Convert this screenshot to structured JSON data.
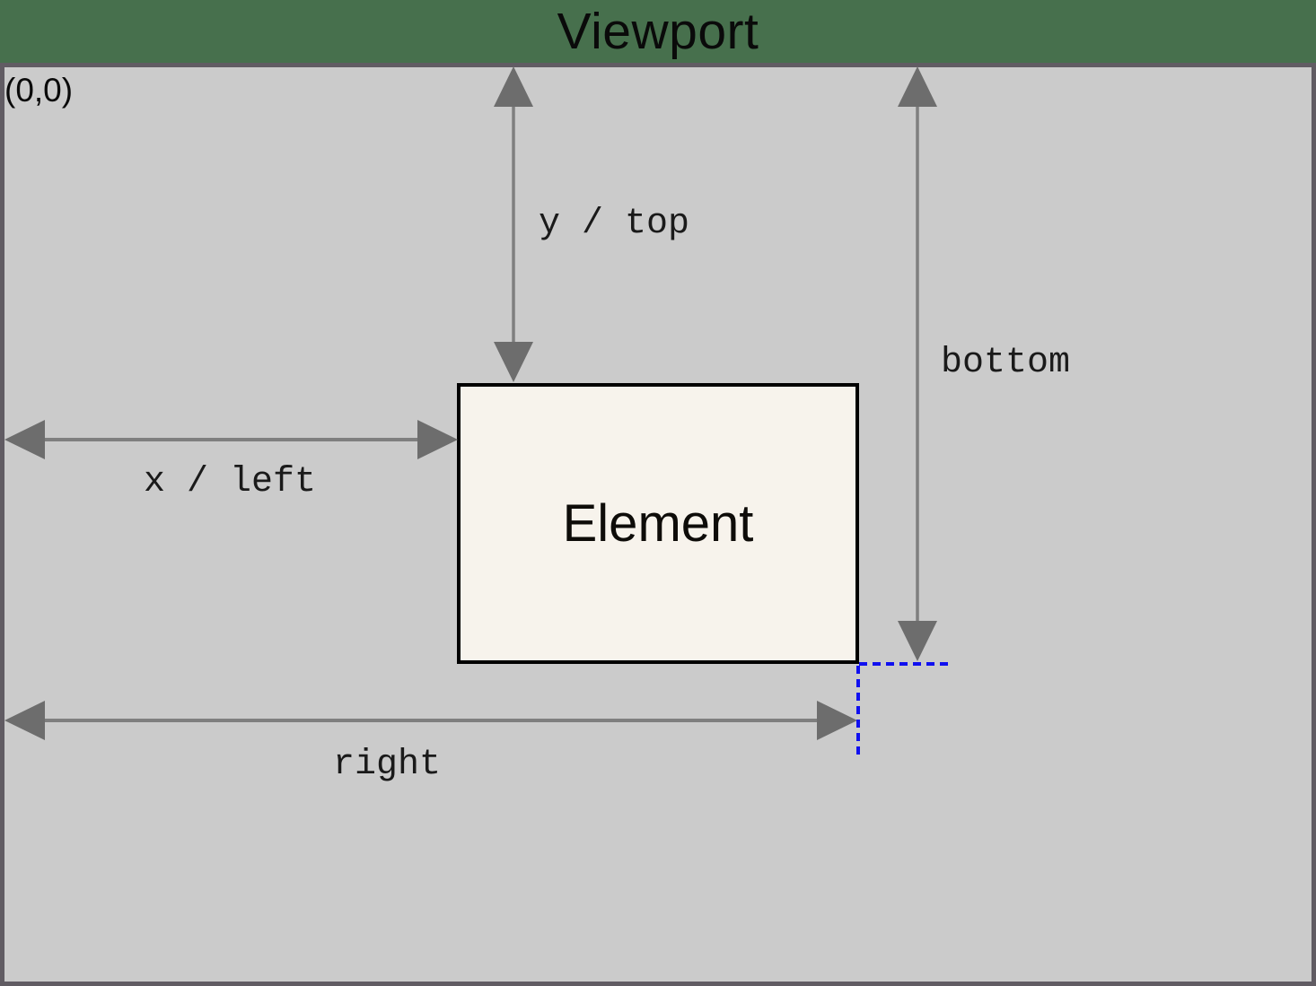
{
  "title": "Viewport",
  "viewport": {
    "origin_label": "(0,0)"
  },
  "element": {
    "label": "Element"
  },
  "measurement_labels": {
    "y_top": "y / top",
    "x_left": "x / left",
    "bottom": "bottom",
    "right": "right"
  },
  "icons": {
    "y_top_arrow": "vertical-double-headed-arrow",
    "x_left_arrow": "horizontal-double-headed-arrow",
    "bottom_arrow": "vertical-double-headed-arrow",
    "right_arrow": "horizontal-double-headed-arrow",
    "corner_guides": "blue-dashed-guide-lines"
  },
  "colors": {
    "page_background": "#47704d",
    "viewport_fill": "#cbcbcb",
    "viewport_border": "#615c63",
    "element_fill": "#f7f3ec",
    "element_border": "#000000",
    "arrow_shaft": "#7f7f7f",
    "arrow_head": "#6d6d6d",
    "guide_blue": "#1010f0",
    "text": "#000000"
  }
}
